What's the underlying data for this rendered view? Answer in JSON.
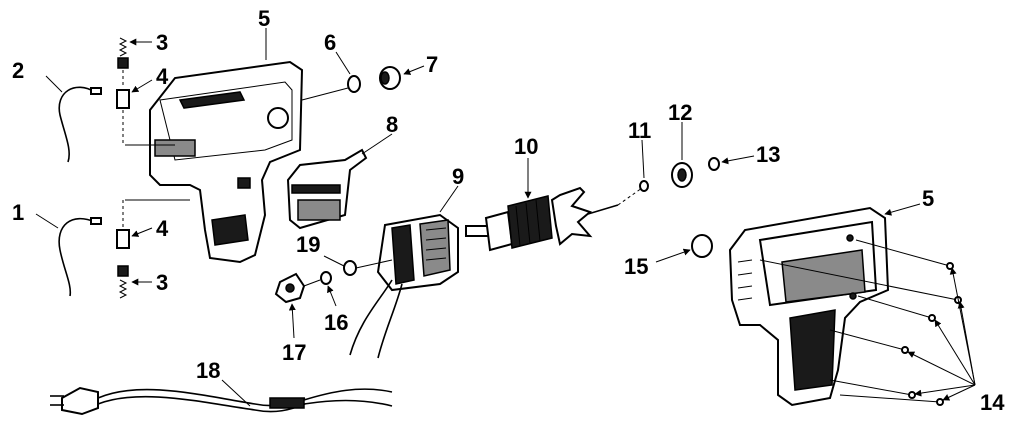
{
  "callouts": {
    "c1": "1",
    "c2": "2",
    "c3a": "3",
    "c3b": "3",
    "c4a": "4",
    "c4b": "4",
    "c5a": "5",
    "c5b": "5",
    "c6": "6",
    "c7": "7",
    "c8": "8",
    "c9": "9",
    "c10": "10",
    "c11": "11",
    "c12": "12",
    "c13": "13",
    "c14": "14",
    "c15": "15",
    "c16": "16",
    "c17": "17",
    "c18": "18",
    "c19": "19"
  }
}
